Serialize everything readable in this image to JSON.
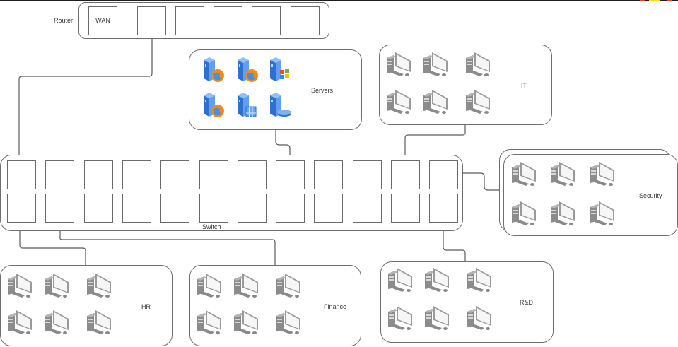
{
  "diagram": {
    "router": {
      "label": "Router",
      "ports": [
        "WAN",
        "",
        "",
        "",
        "",
        ""
      ]
    },
    "switch": {
      "label": "Switch",
      "port_rows": 2,
      "ports_per_row": 12
    },
    "servers": {
      "label": "Servers",
      "icons": [
        "web-server-icon",
        "web-server-icon",
        "windows-server-icon",
        "web-server-icon",
        "cluster-server-icon",
        "database-server-icon"
      ]
    },
    "departments": [
      {
        "id": "it",
        "label": "IT",
        "workstations": 6
      },
      {
        "id": "security",
        "label": "Security",
        "workstations": 6
      },
      {
        "id": "hr",
        "label": "HR",
        "workstations": 6
      },
      {
        "id": "finance",
        "label": "Finance",
        "workstations": 6
      },
      {
        "id": "rnd",
        "label": "R&D",
        "workstations": 6
      }
    ],
    "connections": [
      {
        "from": "router.port2",
        "to": "switch.top.port1"
      },
      {
        "from": "servers",
        "to": "switch.top.port8"
      },
      {
        "from": "it",
        "to": "switch.top.port11"
      },
      {
        "from": "switch.top.port12",
        "to": "security"
      },
      {
        "from": "switch.bottom.port1",
        "to": "hr"
      },
      {
        "from": "switch.bottom.port2",
        "to": "finance"
      },
      {
        "from": "switch.bottom.port12",
        "to": "rnd"
      }
    ]
  },
  "colors": {
    "line": "#5a5a5a",
    "border": "#6e6e6e",
    "server_blue": "#3b7ee0",
    "globe_orange": "#f08a1c"
  }
}
